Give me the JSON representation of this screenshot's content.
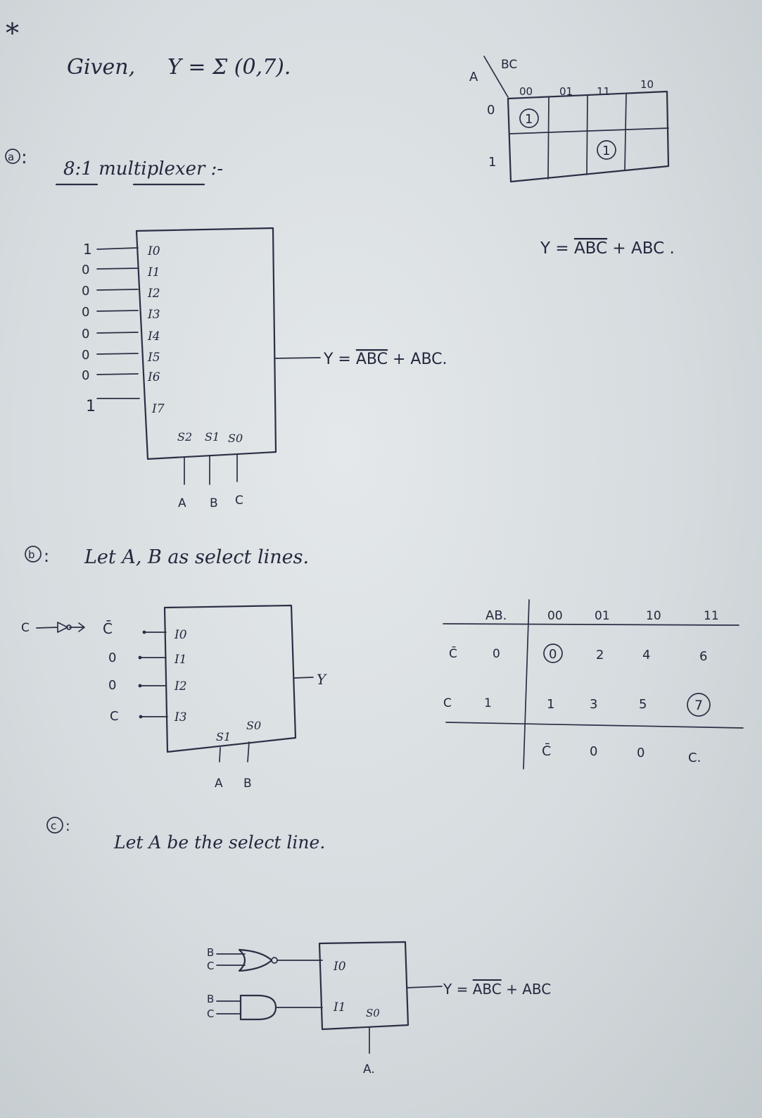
{
  "title_mark": "*",
  "given": {
    "label": "Given,",
    "equation": "Y = Σ (0,7)."
  },
  "kmap": {
    "corner_row_var": "A",
    "corner_col_var": "BC",
    "col_headers": [
      "00",
      "01",
      "11",
      "10"
    ],
    "row_headers": [
      "0",
      "1"
    ],
    "cells": [
      [
        "1",
        "",
        "",
        ""
      ],
      [
        "",
        "",
        "1",
        ""
      ]
    ],
    "result_lhs": "Y = ",
    "result_term1": "ABC",
    "result_plus": " + ABC ."
  },
  "part_a": {
    "label": "a",
    "heading": "8:1 multiplexer :-",
    "inputs": [
      {
        "value": "1",
        "pin": "I0"
      },
      {
        "value": "0",
        "pin": "I1"
      },
      {
        "value": "0",
        "pin": "I2"
      },
      {
        "value": "0",
        "pin": "I3"
      },
      {
        "value": "0",
        "pin": "I4"
      },
      {
        "value": "0",
        "pin": "I5"
      },
      {
        "value": "0",
        "pin": "I6"
      },
      {
        "value": "1",
        "pin": "I7"
      }
    ],
    "selects": [
      "S2",
      "S1",
      "S0"
    ],
    "select_vars": [
      "A",
      "B",
      "C"
    ],
    "output_lhs": "Y = ",
    "output_term1": "ABC",
    "output_plus": " + ABC."
  },
  "part_b": {
    "label": "b",
    "heading": "Let A, B as select lines.",
    "input_source": "C",
    "inputs": [
      {
        "value": "C̄",
        "pin": "I0"
      },
      {
        "value": "0",
        "pin": "I1"
      },
      {
        "value": "0",
        "pin": "I2"
      },
      {
        "value": "C",
        "pin": "I3"
      }
    ],
    "selects": [
      "S1",
      "S0"
    ],
    "select_vars": [
      "A",
      "B"
    ],
    "output": "Y",
    "table": {
      "corner": "AB.",
      "col_headers": [
        "00",
        "01",
        "10",
        "11"
      ],
      "rows": [
        {
          "lit": "C̄",
          "val": "0",
          "cells": [
            "0",
            "2",
            "4",
            "6"
          ]
        },
        {
          "lit": "C",
          "val": "1",
          "cells": [
            "1",
            "3",
            "5",
            "7"
          ]
        }
      ],
      "result": [
        "C̄",
        "0",
        "0",
        "C."
      ]
    }
  },
  "part_c": {
    "label": "c",
    "heading": "Let A be the select line.",
    "gate1_inputs": [
      "B",
      "C"
    ],
    "gate2_inputs": [
      "B",
      "C"
    ],
    "pins": [
      "I0",
      "I1"
    ],
    "select": "S0",
    "select_var": "A.",
    "output_lhs": "Y = ",
    "output_term1": "ABC",
    "output_plus": " + ABC"
  }
}
